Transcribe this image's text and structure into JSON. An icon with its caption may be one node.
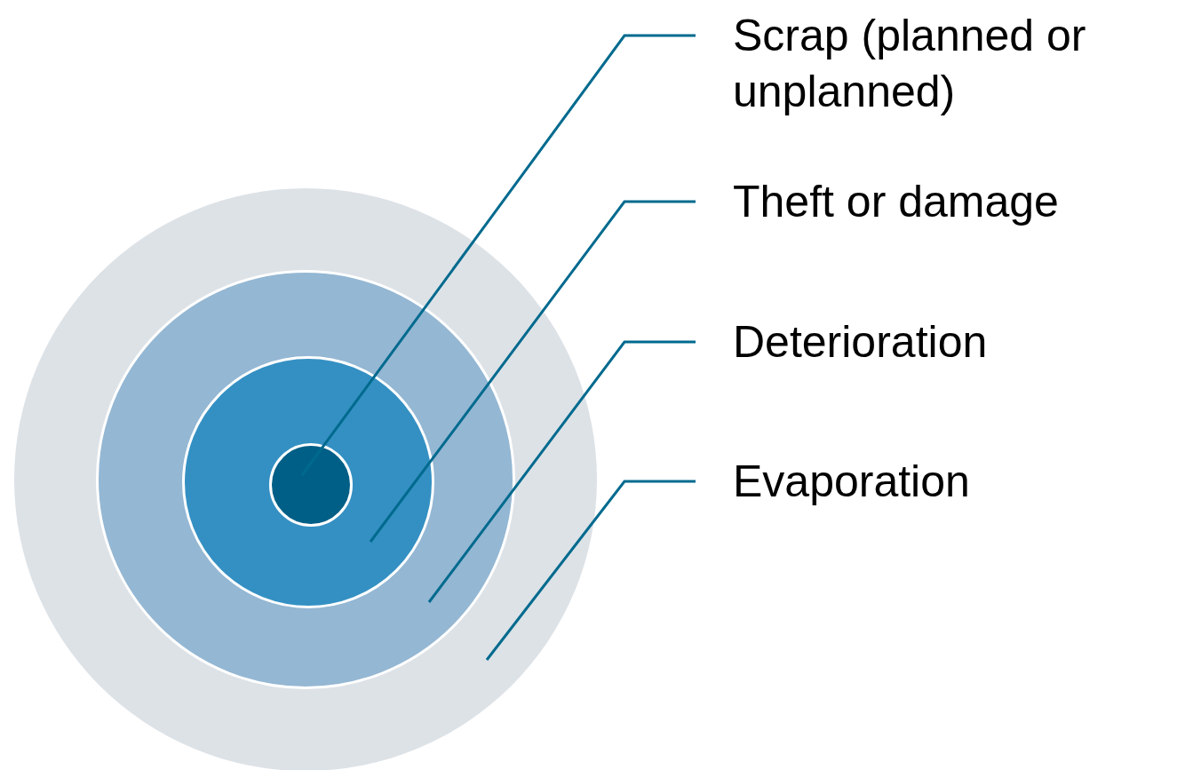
{
  "diagram": {
    "nodes": [
      {
        "text": [],
        "shape": "circle"
      },
      {
        "text": [],
        "shape": "circle",
        "in": 0
      },
      {
        "text": [],
        "shape": "circle",
        "in": 1
      },
      {
        "text": [],
        "shape": "circle",
        "in": 2
      },
      {
        "text": [
          "Scrap (planned or unplanned)"
        ]
      },
      {
        "text": [
          "Theft or damage"
        ]
      },
      {
        "text": [
          "Deterioration"
        ]
      },
      {
        "text": [
          "Evaporation"
        ]
      }
    ],
    "edges": [
      {
        "from": 4,
        "to": 3,
        "arrow": "none"
      },
      {
        "from": 5,
        "to": 2,
        "arrow": "none"
      },
      {
        "from": 6,
        "to": 1,
        "arrow": "none"
      },
      {
        "from": 7,
        "to": 0,
        "arrow": "none"
      }
    ]
  }
}
